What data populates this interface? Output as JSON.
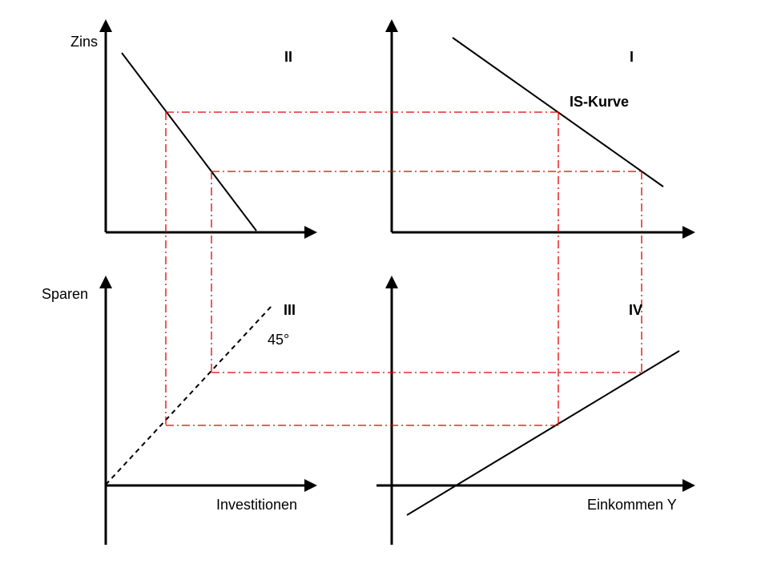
{
  "axis_labels": {
    "zins": "Zins",
    "sparen": "Sparen",
    "investitionen": "Investitionen",
    "einkommen": "Einkommen Y"
  },
  "quadrants": {
    "q1": "I",
    "q2": "II",
    "q3": "III",
    "q4": "IV"
  },
  "curve_labels": {
    "is_curve": "IS-Kurve",
    "angle": "45°"
  },
  "colors": {
    "axes": "#000000",
    "guides": "#e00000"
  }
}
